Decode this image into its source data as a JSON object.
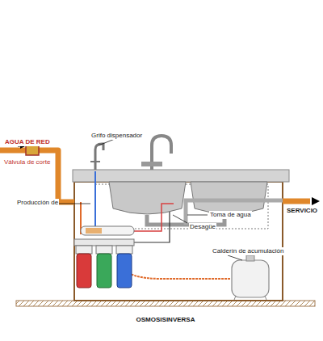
{
  "diagram": {
    "caption": "OSMOSISINVERSA",
    "labels": [
      "Grifo dispensador",
      "AGUA DE RED",
      "Válvula de corte",
      "Producción de",
      "Toma de agua",
      "Desagüe",
      "Calderín de acumulación",
      "SERVICIO"
    ]
  }
}
